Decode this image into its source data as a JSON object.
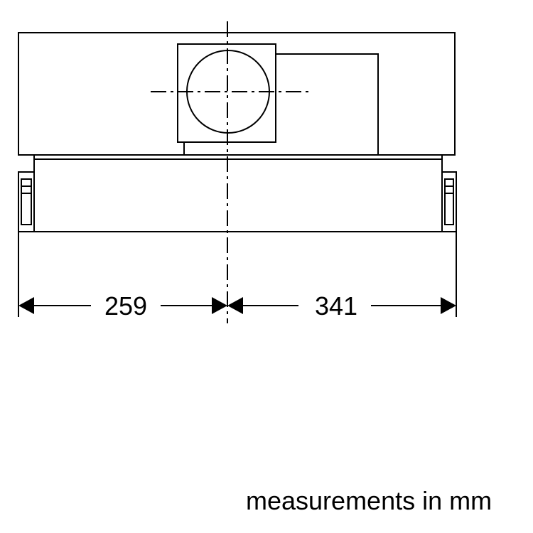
{
  "dimensions": {
    "left_value": "259",
    "right_value": "341"
  },
  "caption": "measurements in mm"
}
